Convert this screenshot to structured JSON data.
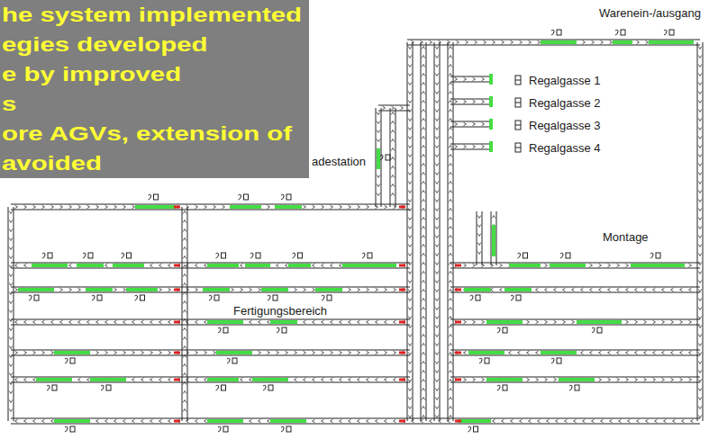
{
  "diagram": {
    "nodes": [
      {
        "text": [
          "he system implemented",
          "egies developed",
          "e by improved",
          "s",
          "ore AGVs, extension of",
          "avoided"
        ]
      }
    ],
    "labels": [
      "Warenein-/ausgang",
      "Regalgasse 1",
      "Regalgasse 2",
      "Regalgasse 3",
      "Regalgasse 4",
      "adestation",
      "Montage",
      "Fertigungsbereich"
    ]
  }
}
